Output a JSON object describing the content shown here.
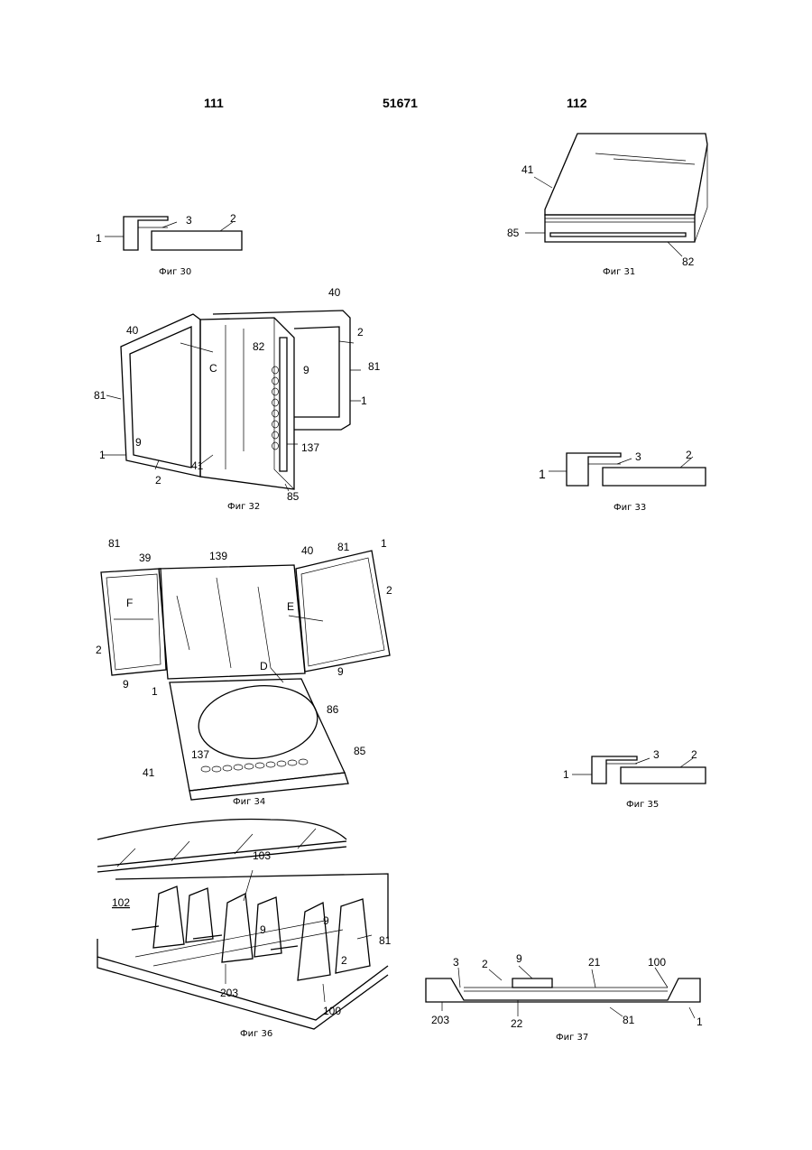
{
  "header": {
    "left_page": "111",
    "patent_number": "51671",
    "right_page": "112"
  },
  "figures": {
    "fig30": {
      "caption": "Фиг 30",
      "labels": [
        "1",
        "3",
        "2"
      ]
    },
    "fig31": {
      "caption": "Фиг 31",
      "labels": [
        "41",
        "85",
        "82"
      ]
    },
    "fig32": {
      "caption": "Фиг 32",
      "labels": [
        "40",
        "40",
        "2",
        "81",
        "81",
        "C",
        "82",
        "9",
        "9",
        "1",
        "1",
        "137",
        "2",
        "41",
        "85"
      ]
    },
    "fig33": {
      "caption": "Фиг 33",
      "labels": [
        "1",
        "3",
        "2"
      ]
    },
    "fig34": {
      "caption": "Фиг 34",
      "labels": [
        "81",
        "39",
        "139",
        "40",
        "81",
        "1",
        "F",
        "E",
        "2",
        "2",
        "D",
        "9",
        "9",
        "1",
        "86",
        "137",
        "85",
        "41"
      ]
    },
    "fig35": {
      "caption": "Фиг 35",
      "labels": [
        "1",
        "3",
        "2"
      ]
    },
    "fig36": {
      "caption": "Фиг 36",
      "labels": [
        "103",
        "102",
        "9",
        "9",
        "81",
        "2",
        "203",
        "100"
      ]
    },
    "fig37": {
      "caption": "Фиг 37",
      "labels": [
        "3",
        "2",
        "9",
        "21",
        "100",
        "203",
        "22",
        "81",
        "1"
      ]
    }
  }
}
